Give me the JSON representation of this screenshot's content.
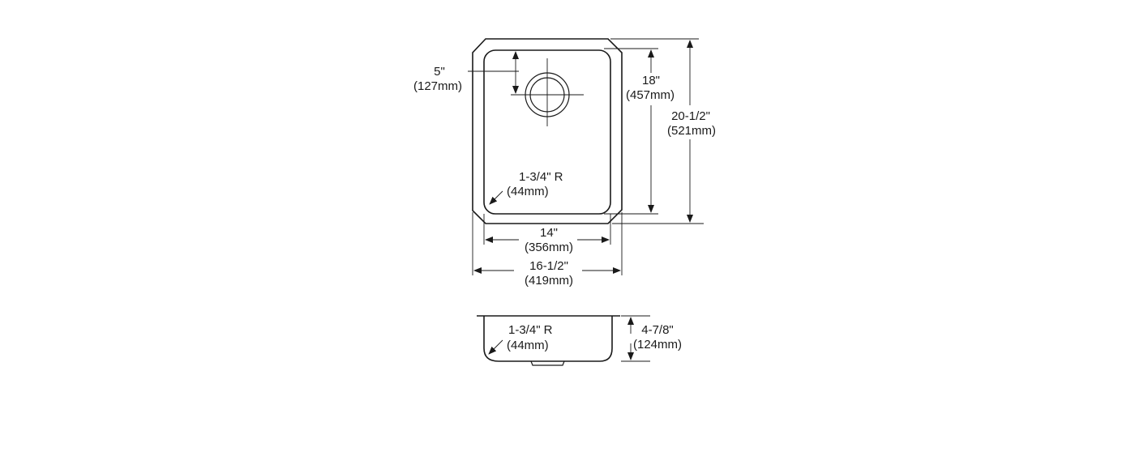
{
  "dimensions": {
    "drain_offset": {
      "imperial": "5\"",
      "metric": "(127mm)"
    },
    "bowl_length": {
      "imperial": "18\"",
      "metric": "(457mm)"
    },
    "overall_length": {
      "imperial": "20-1/2\"",
      "metric": "(521mm)"
    },
    "corner_radius_top": {
      "imperial": "1-3/4\" R",
      "metric": "(44mm)"
    },
    "bowl_width": {
      "imperial": "14\"",
      "metric": "(356mm)"
    },
    "overall_width": {
      "imperial": "16-1/2\"",
      "metric": "(419mm)"
    },
    "corner_radius_side": {
      "imperial": "1-3/4\" R",
      "metric": "(44mm)"
    },
    "bowl_depth": {
      "imperial": "4-7/8\"",
      "metric": "(124mm)"
    }
  },
  "colors": {
    "line": "#1a1a1a",
    "background": "#ffffff"
  }
}
